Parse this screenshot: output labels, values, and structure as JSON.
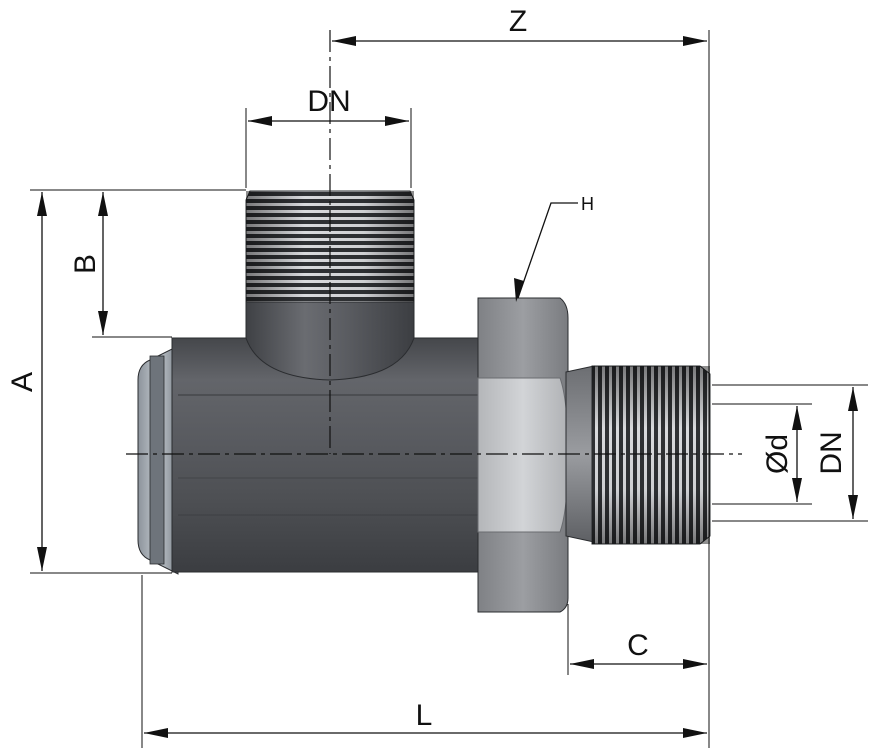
{
  "diagram": {
    "labels": {
      "z": "Z",
      "dn_top": "DN",
      "h": "H",
      "b": "B",
      "a": "A",
      "od": "Ød",
      "dn_right": "DN",
      "c": "C",
      "l": "L"
    },
    "colors": {
      "body": "#56585d",
      "body_dark": "#3f4145",
      "nut": "#8e9094",
      "nut_light": "#c9cbce",
      "thread_light": "#dcdde0",
      "thread_dark": "#2e3033",
      "face": "#b3bac2",
      "line": "#111111"
    }
  }
}
